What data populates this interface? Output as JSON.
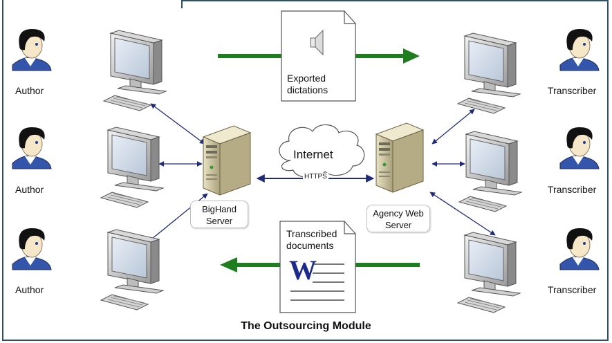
{
  "diagram": {
    "title": "The Outsourcing Module",
    "authors": [
      "Author",
      "Author",
      "Author"
    ],
    "transcribers": [
      "Transcriber",
      "Transcriber",
      "Transcriber"
    ],
    "left_server": {
      "line1": "BigHand",
      "line2": "Server"
    },
    "right_server": {
      "line1": "Agency Web",
      "line2": "Server"
    },
    "cloud_label": "Internet",
    "link_label": "HTTPS",
    "export_doc": {
      "line1": "Exported",
      "line2": "dictations"
    },
    "import_doc": {
      "line1": "Transcribed",
      "line2": "documents"
    },
    "word_icon_letter": "W",
    "colors": {
      "flow_arrow": "#1e7d1e",
      "link_line": "#1f2a78",
      "frame": "#2f4f63"
    },
    "icons": [
      "person-icon",
      "computer-icon",
      "server-icon",
      "cloud-icon",
      "speaker-icon",
      "document-icon",
      "word-icon"
    ]
  }
}
